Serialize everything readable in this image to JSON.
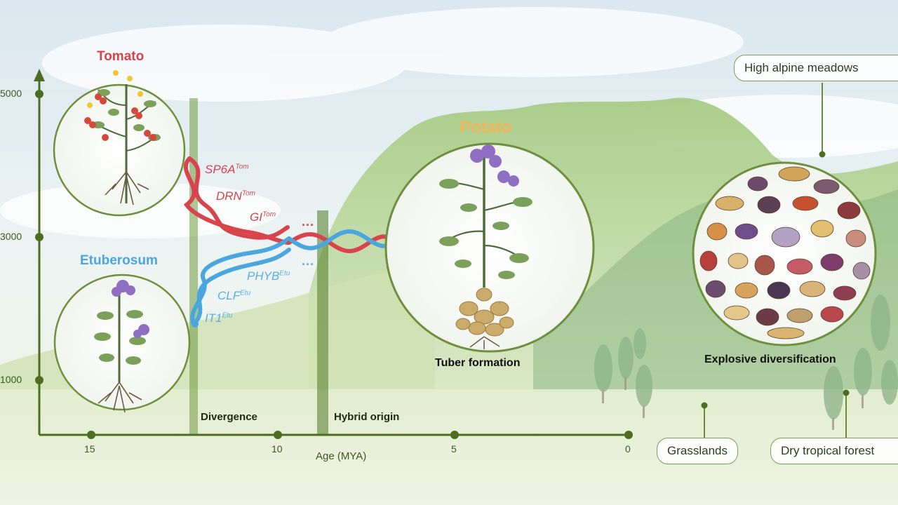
{
  "y_axis": {
    "ticks": [
      "5000",
      "3000",
      "1000"
    ]
  },
  "x_axis": {
    "ticks": [
      "15",
      "10",
      "5",
      "0"
    ],
    "label": "Age (MYA)"
  },
  "species": {
    "tomato": "Tomato",
    "etuberosum": "Etuberosum",
    "potato": "Potato"
  },
  "genes_tomato": [
    {
      "name": "SP6A",
      "sup": "Tom"
    },
    {
      "name": "DRN",
      "sup": "Tom"
    },
    {
      "name": "GI",
      "sup": "Tom"
    }
  ],
  "genes_etuberosum": [
    {
      "name": "PHYB",
      "sup": "Etu"
    },
    {
      "name": "CLF",
      "sup": "Etu"
    },
    {
      "name": "IT1",
      "sup": "Etu"
    }
  ],
  "ellipsis": "...",
  "events": {
    "divergence": "Divergence",
    "hybrid_origin": "Hybrid origin"
  },
  "captions": {
    "tuber": "Tuber formation",
    "diversification": "Explosive diversification"
  },
  "habitats": {
    "alpine": "High alpine meadows",
    "grasslands": "Grasslands",
    "dry_forest": "Dry tropical forest"
  },
  "colors": {
    "tomato_red": "#d8434c",
    "etuberosum_blue": "#4ba6de",
    "potato_orange": "#f4b458",
    "axis_green": "#4d6e22"
  }
}
